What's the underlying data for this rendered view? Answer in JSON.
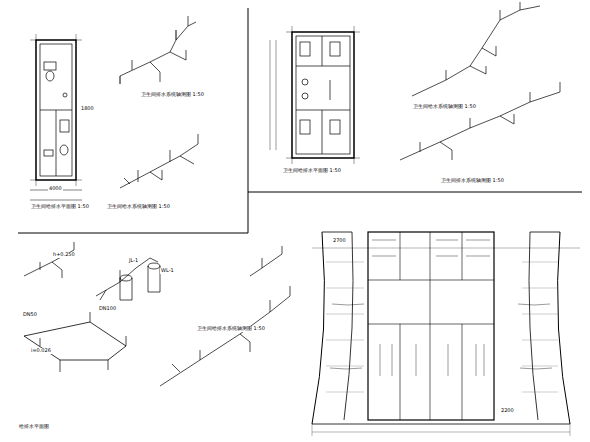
{
  "diagram": {
    "labels": [
      "卫生间给排水平面图 1:50",
      "卫生间排水系统轴测图 1:50",
      "卫生间给水系统轴测图 1:50",
      "卫生间给排水平面图 1:50",
      "卫生间给水系统轴测图 1:50",
      "卫生间排水系统轴测图 1:50",
      "卫生间给排水系统轴测图 1:50",
      "给排水平面图",
      "4000",
      "1800",
      "h+0.250",
      "DN50",
      "DN100",
      "JL-1",
      "WL-1",
      "i=0.026",
      "2200",
      "2700"
    ]
  }
}
